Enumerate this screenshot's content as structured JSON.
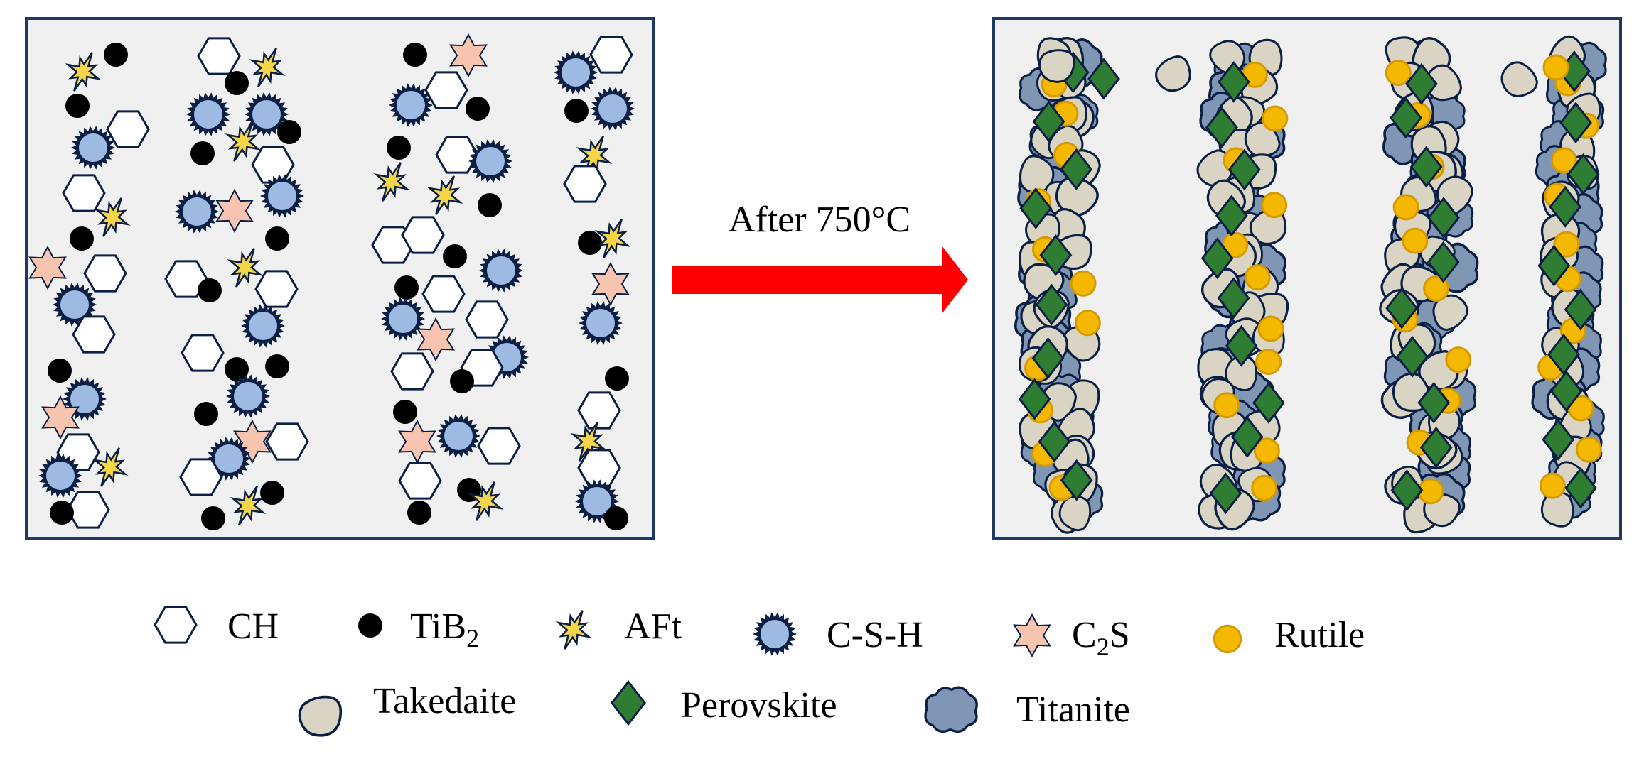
{
  "arrow_label": "After 750°C",
  "colors": {
    "panel_fill": "#f0f0f0",
    "panel_border": "#1f3864",
    "arrow": "#ff0000",
    "outline": "#0b1f44",
    "ch_fill": "#ffffff",
    "tib2_fill": "#000000",
    "aft_fill": "#f5d64a",
    "csh_fill": "#9dbbe2",
    "c2s_fill": "#f7c4b0",
    "rutile_fill": "#f5b800",
    "rutile_stroke": "#d49a00",
    "takedaite_fill": "#d9d4c4",
    "perovskite_fill": "#2f7d32",
    "titanite_fill": "#7f97b5"
  },
  "legend": {
    "CH": {
      "label": "CH",
      "icon": "hexagon-icon"
    },
    "TiB2": {
      "label": "TiB",
      "sub": "2",
      "icon": "black-dot-icon"
    },
    "AFt": {
      "label": "AFt",
      "icon": "yellow-burst-icon"
    },
    "CSH": {
      "label": "C-S-H",
      "icon": "blue-spiky-ball-icon"
    },
    "C2S": {
      "label_pre": "C",
      "sub": "2",
      "label_post": "S",
      "icon": "pink-star-icon"
    },
    "Rutile": {
      "label": "Rutile",
      "icon": "orange-dot-icon"
    },
    "Takedaite": {
      "label": "Takedaite",
      "icon": "beige-blob-icon"
    },
    "Perovskite": {
      "label": "Perovskite",
      "icon": "green-diamond-icon"
    },
    "Titanite": {
      "label": "Titanite",
      "icon": "blue-cloud-icon"
    }
  }
}
